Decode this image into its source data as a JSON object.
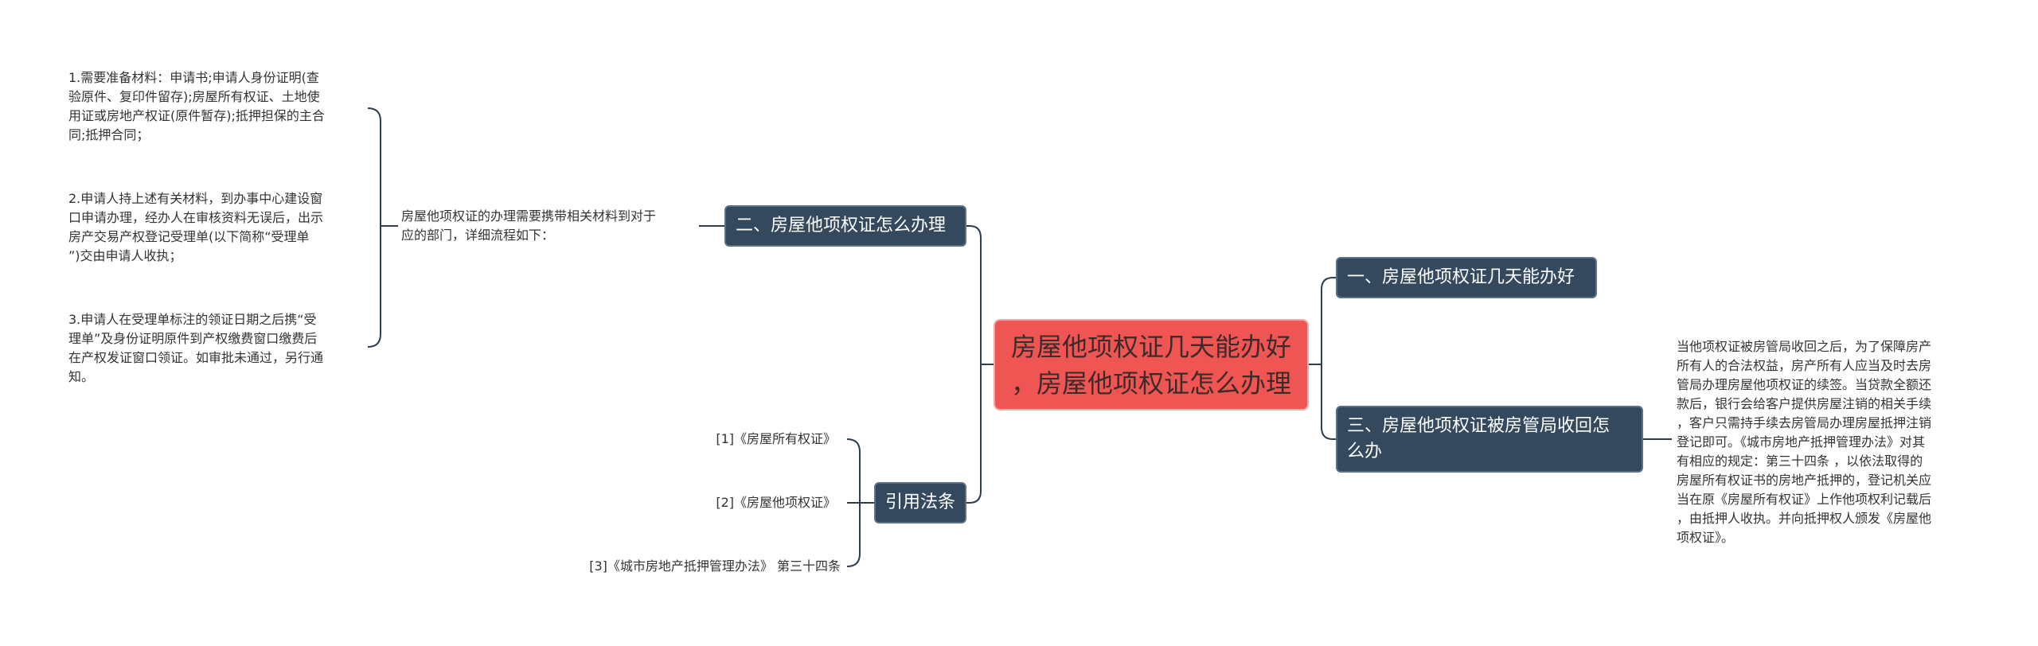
{
  "root": {
    "lines": [
      "房屋他项权证几天能办好",
      "，房屋他项权证怎么办理"
    ]
  },
  "topics": {
    "section2": "二、房屋他项权证怎么办理",
    "section1": "一、房屋他项权证几天能办好",
    "section3_lines": [
      "三、房屋他项权证被房管局收回怎",
      "么办"
    ],
    "citations": "引用法条"
  },
  "section2_intro_lines": [
    "房屋他项权证的办理需要携带相关材料到对于",
    "应的部门，详细流程如下："
  ],
  "steps": [
    [
      "1.需要准备材料：申请书;申请人身份证明(查",
      "验原件、复印件留存);房屋所有权证、土地使",
      "用证或房地产权证(原件暂存);抵押担保的主合",
      "同;抵押合同；"
    ],
    [
      "2.申请人持上述有关材料，到办事中心建设窗",
      "口申请办理，经办人在审核资料无误后，出示",
      "房产交易产权登记受理单(以下简称“受理单",
      "”)交由申请人收执；"
    ],
    [
      "3.申请人在受理单标注的领证日期之后携“受",
      "理单”及身份证明原件到产权缴费窗口缴费后",
      "在产权发证窗口领证。如审批未通过，另行通",
      "知。"
    ]
  ],
  "section3_detail_lines": [
    "当他项权证被房管局收回之后，为了保障房产",
    "所有人的合法权益，房产所有人应当及时去房",
    "管局办理房屋他项权证的续签。当贷款全额还",
    "款后，银行会给客户提供房屋注销的相关手续",
    "，客户只需持手续去房管局办理房屋抵押注销",
    "登记即可。《城市房地产抵押管理办法》对其",
    "有相应的规定：第三十四条 ，以依法取得的",
    "房屋所有权证书的房地产抵押的，登记机关应",
    "当在原《房屋所有权证》上作他项权利记载后",
    "，由抵押人收执。并向抵押权人颁发《房屋他",
    "项权证》。"
  ],
  "citations": [
    "[1]《房屋所有权证》",
    "[2]《房屋他项权证》",
    "[3]《城市房地产抵押管理办法》 第三十四条"
  ],
  "colors": {
    "root_fill": "#ef5552",
    "topic_fill": "#34495e",
    "link": "#2d3e50"
  }
}
